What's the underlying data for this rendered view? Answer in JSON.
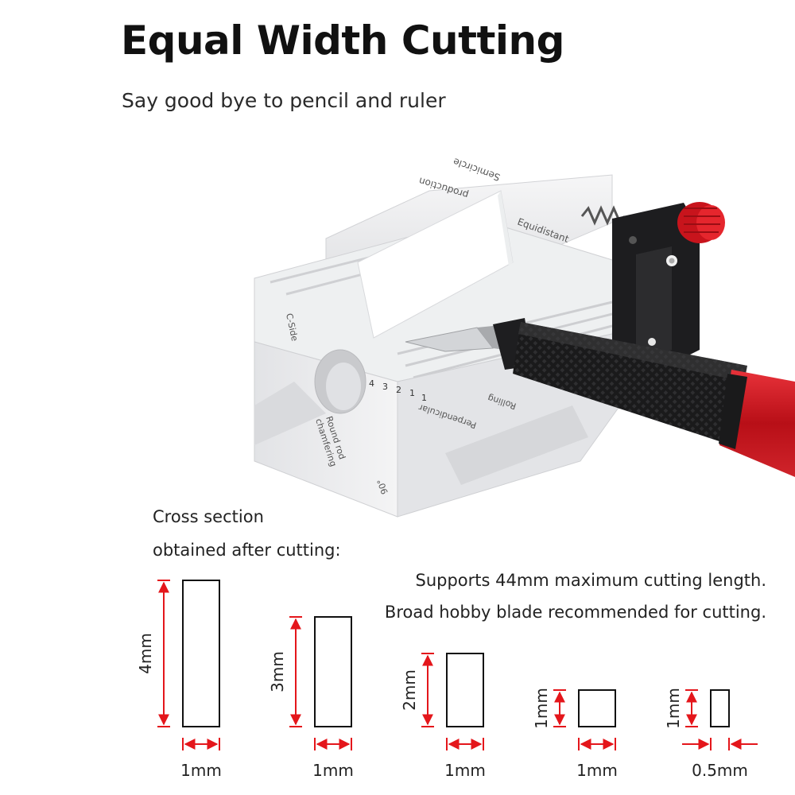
{
  "title": "Equal Width Cutting",
  "subtitle": "Say good bye to pencil and ruler",
  "tool_labels": {
    "semicircle": "Semicircle",
    "production": "production",
    "equidistant": "Equidistant",
    "c_side": "C-Side",
    "round_rod_1": "Round rod",
    "round_rod_2": "chamfering",
    "perpendicular": "Perpendicular",
    "rolling": "Rolling",
    "angle": "90°",
    "slot_numbers": [
      "4",
      "3",
      "2",
      "1",
      "1"
    ]
  },
  "cross_section": {
    "line1": "Cross section",
    "line2": "obtained after cutting:"
  },
  "notes": {
    "line1": "Supports 44mm maximum cutting length.",
    "line2": "Broad hobby blade recommended for cutting."
  },
  "sections": [
    {
      "height_label": "4mm",
      "width_label": "1mm",
      "height_mm": 4,
      "width_mm": 1
    },
    {
      "height_label": "3mm",
      "width_label": "1mm",
      "height_mm": 3,
      "width_mm": 1
    },
    {
      "height_label": "2mm",
      "width_label": "1mm",
      "height_mm": 2,
      "width_mm": 1
    },
    {
      "height_label": "1mm",
      "width_label": "1mm",
      "height_mm": 1,
      "width_mm": 1
    },
    {
      "height_label": "1mm",
      "width_label": "0.5mm",
      "height_mm": 1,
      "width_mm": 0.5
    }
  ],
  "colors": {
    "accent_red": "#e4161b",
    "handle_red": "#c8141c",
    "aluminum": "#e9eaec",
    "bracket": "#1d1d1f"
  }
}
